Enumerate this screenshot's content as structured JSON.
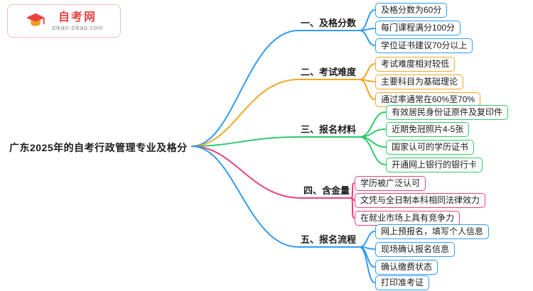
{
  "logo": {
    "site_name": "自考网",
    "site_url": "zikao-zikao.com",
    "accent_color": "#e8433f",
    "icon": "graduation-cap-icon"
  },
  "root": {
    "title": "广东2025年的自考行政管理专业及格分"
  },
  "branches": [
    {
      "label": "一、及格分数",
      "color": "#2f9bf4",
      "children": [
        "及格分数为60分",
        "每门课程满分100分",
        "学位证书建议70分以上"
      ]
    },
    {
      "label": "二、考试难度",
      "color": "#f5a623",
      "children": [
        "考试难度相对较低",
        "主要科目为基础理论",
        "通过率通常在60%至70%"
      ]
    },
    {
      "label": "三、报名材料",
      "color": "#2fc96d",
      "children": [
        "有效居民身份证原件及复印件",
        "近期免冠照片4-5张",
        "国家认可的学历证书",
        "开通网上银行的银行卡"
      ]
    },
    {
      "label": "四、含金量",
      "color": "#ed3f7c",
      "children": [
        "学历被广泛认可",
        "文凭与全日制本科相同法律效力",
        "在就业市场上具有竞争力"
      ]
    },
    {
      "label": "五、报名流程",
      "color": "#2f9bf4",
      "children": [
        "网上预报名，填写个人信息",
        "现场确认报名信息",
        "确认缴费状态",
        "打印准考证"
      ]
    }
  ]
}
